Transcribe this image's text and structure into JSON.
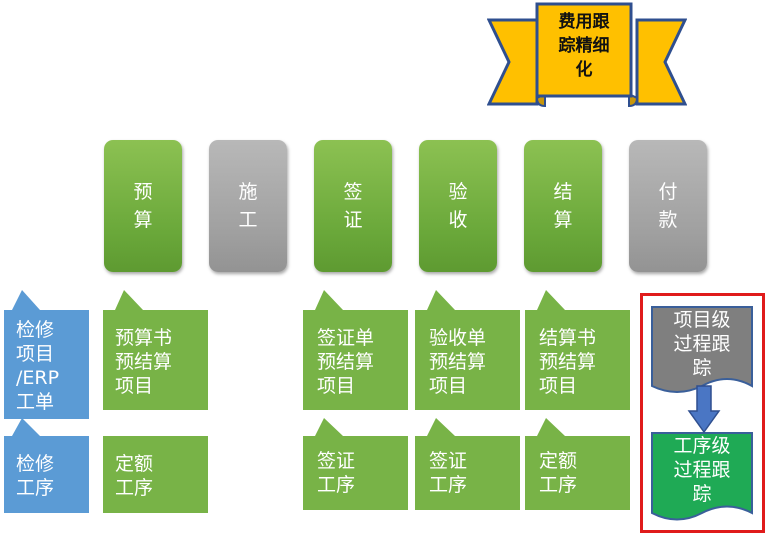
{
  "banner": {
    "text": "费用跟\n踪精细\n化"
  },
  "stages": [
    {
      "label": "预\n算",
      "color": "#78b347"
    },
    {
      "label": "施\n工",
      "color": "#a6a6a6"
    },
    {
      "label": "签\n证",
      "color": "#78b347"
    },
    {
      "label": "验\n收",
      "color": "#78b347"
    },
    {
      "label": "结\n算",
      "color": "#78b347"
    },
    {
      "label": "付\n款",
      "color": "#a6a6a6"
    }
  ],
  "callouts_row1": [
    {
      "text": "检修\n项目\n/ERP\n工单",
      "color": "#5b9bd5"
    },
    {
      "text": "预算书\n预结算\n项目",
      "color": "#78b347"
    },
    {
      "text": "签证单\n预结算\n项目",
      "color": "#78b347"
    },
    {
      "text": "验收单\n预结算\n项目",
      "color": "#78b347"
    },
    {
      "text": "结算书\n预结算\n项目",
      "color": "#78b347"
    }
  ],
  "callouts_row2": [
    {
      "text": "检修\n工序",
      "color": "#5b9bd5"
    },
    {
      "text": "定额\n工序",
      "color": "#78b347"
    },
    {
      "text": "签证\n工序",
      "color": "#78b347"
    },
    {
      "text": "签证\n工序",
      "color": "#78b347"
    },
    {
      "text": "定额\n工序",
      "color": "#78b347"
    }
  ],
  "tracking": {
    "project_level": "项目级\n过程跟\n踪",
    "process_level": "工序级\n过程跟\n踪"
  }
}
